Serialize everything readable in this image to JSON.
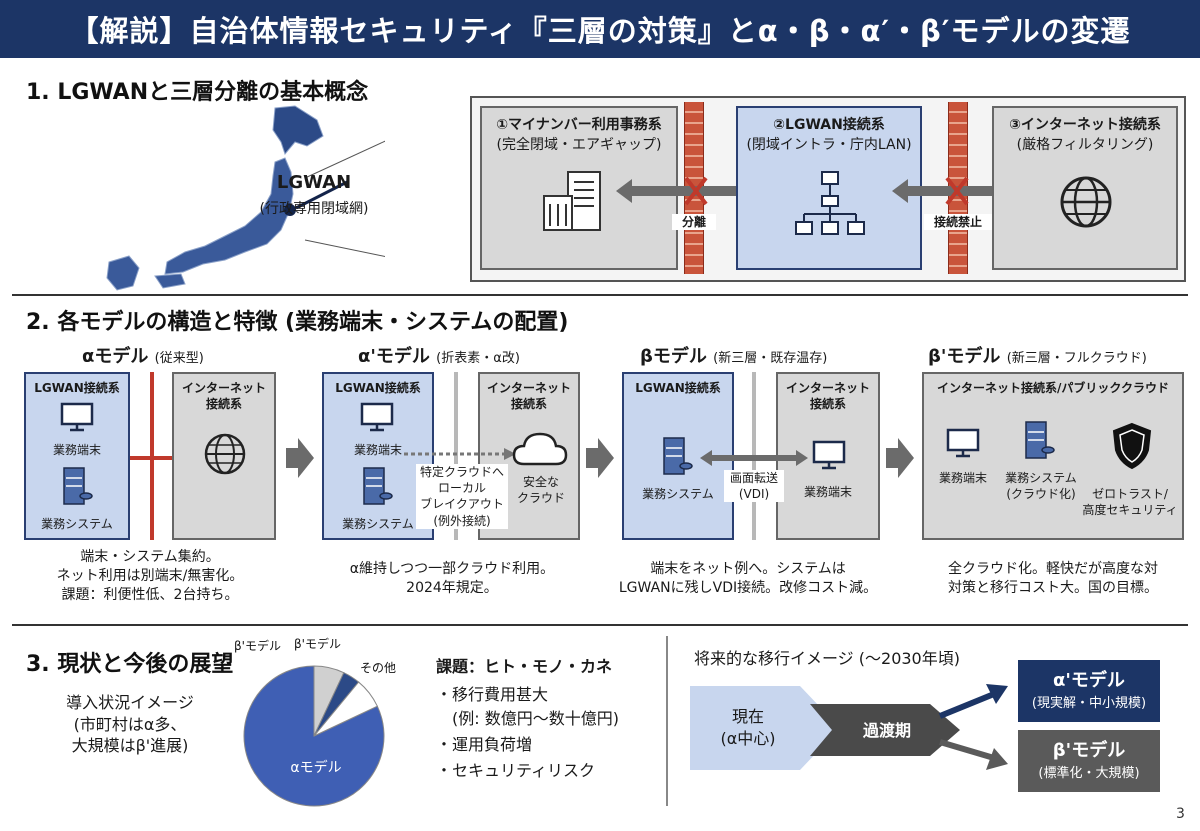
{
  "title": "【解説】自治体情報セキュリティ『三層の対策』とα・β・α′・β′モデルの変遷",
  "section1": {
    "heading": "1. LGWANと三層分離の基本概念",
    "map_label": "LGWAN",
    "map_sublabel": "(行政専用閉域網)",
    "zones": [
      {
        "title": "①マイナンバー利用事務系",
        "subtitle": "(完全閉域・エアギャップ)",
        "icon": "building-icon"
      },
      {
        "title": "②LGWAN接続系",
        "subtitle": "(閉域イントラ・庁内LAN)",
        "icon": "network-icon"
      },
      {
        "title": "③インターネット接続系",
        "subtitle": "(厳格フィルタリング)",
        "icon": "globe-icon"
      }
    ],
    "wall_labels": [
      "分離",
      "接続禁止"
    ]
  },
  "section2": {
    "heading": "2. 各モデルの構造と特徴 (業務端末・システムの配置)",
    "models": [
      {
        "name": "αモデル",
        "type": "(従来型)",
        "left_title": "LGWAN接続系",
        "left_items": [
          "業務端末",
          "業務システム"
        ],
        "right_title": "インターネット\n接続系",
        "desc": "端末・システム集約。\nネット利用は別端末/無害化。\n課題：利便性低、2台持ち。"
      },
      {
        "name": "α'モデル",
        "type": "(折表素・α改)",
        "left_title": "LGWAN接続系",
        "left_items": [
          "業務端末",
          "業務システム"
        ],
        "right_title": "インターネット\n接続系",
        "breakout": "特定クラウドへ\nローカル\nブレイクアウト\n(例外接続)",
        "cloud": "安全な\nクラウド",
        "desc": "α維持しつつ一部クラウド利用。\n2024年規定。"
      },
      {
        "name": "βモデル",
        "type": "(新三層・既存温存)",
        "left_title": "LGWAN接続系",
        "left_items": [
          "業務システム"
        ],
        "right_title": "インターネット\n接続系",
        "right_items": [
          "業務端末"
        ],
        "vdi": "画面転送\n(VDI)",
        "desc": "端末をネット例へ。システムは\nLGWANに残しVDI接続。改修コスト減。"
      },
      {
        "name": "β'モデル",
        "type": "(新三層・フルクラウド)",
        "box_title": "インターネット接続系/パブリッククラウド",
        "items": [
          "業務端末",
          "業務システム\n(クラウド化)",
          "ゼロトラスト/\n高度セキュリティ"
        ],
        "desc": "全クラウド化。軽快だが高度な対\n対策と移行コスト大。国の目標。"
      }
    ]
  },
  "section3": {
    "heading": "3. 現状と今後の展望",
    "adoption_label": "導入状況イメージ\n(市町村はα多、\n大規模はβ'進展)",
    "pie_labels": {
      "main": "αモデル",
      "beta_prime": "β'モデル",
      "beta": "β'モデル",
      "other": "その他"
    },
    "challenges_title": "課題：ヒト・モノ・カネ",
    "challenges": [
      "・移行費用甚大",
      "(例: 数億円～数十億円)",
      "・運用負荷増",
      "・セキュリティリスク"
    ],
    "future_title": "将来的な移行イメージ (～2030年頃)",
    "current": "現在\n(α中心)",
    "transition": "過渡期",
    "target1": {
      "name": "α'モデル",
      "sub": "(現実解・中小規模)"
    },
    "target2": {
      "name": "β'モデル",
      "sub": "(標準化・大規模)"
    }
  },
  "chart_data": {
    "type": "pie",
    "slices": [
      {
        "label": "αモデル",
        "value": 82
      },
      {
        "label": "β'モデル",
        "value": 7
      },
      {
        "label": "β'モデル",
        "value": 4
      },
      {
        "label": "その他",
        "value": 7
      }
    ]
  },
  "page_number": "3",
  "colors": {
    "navy": "#1c3566",
    "light_blue": "#c8d6ee",
    "grey": "#d8d8d8",
    "red": "#c0392b"
  }
}
